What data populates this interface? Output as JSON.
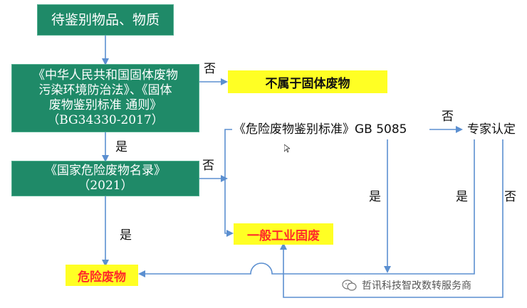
{
  "boxes": {
    "start": "待鉴别物品、物质",
    "law_line1": "《中华人民共和国固体废物",
    "law_line2": "污染环境防治法》、《固体",
    "law_line3": "废物鉴别标准  通则》",
    "law_line4": "（BG34330-2017）",
    "list_line1": "《国家危险废物名录》",
    "list_line2": "（2021）",
    "not_solid": "不属于固体废物",
    "general": "一般工业固废",
    "hazardous": "危险废物"
  },
  "labels": {
    "standard": "《危险废物鉴别标准》GB 5085",
    "expert": "专家认定",
    "no_1": "否",
    "yes_1": "是",
    "no_2": "否",
    "yes_2": "是",
    "no_3": "否",
    "yes_3": "是",
    "yes_4": "是",
    "no_4": "否"
  },
  "watermark": {
    "text": "哲讯科技智改数转服务商",
    "icon": "wechat-icon"
  },
  "colors": {
    "box_green": "#1f8a68",
    "highlight_yellow": "#ffff24",
    "arrow": "#5b8fd0",
    "hazard_text": "#ff2a2a"
  }
}
